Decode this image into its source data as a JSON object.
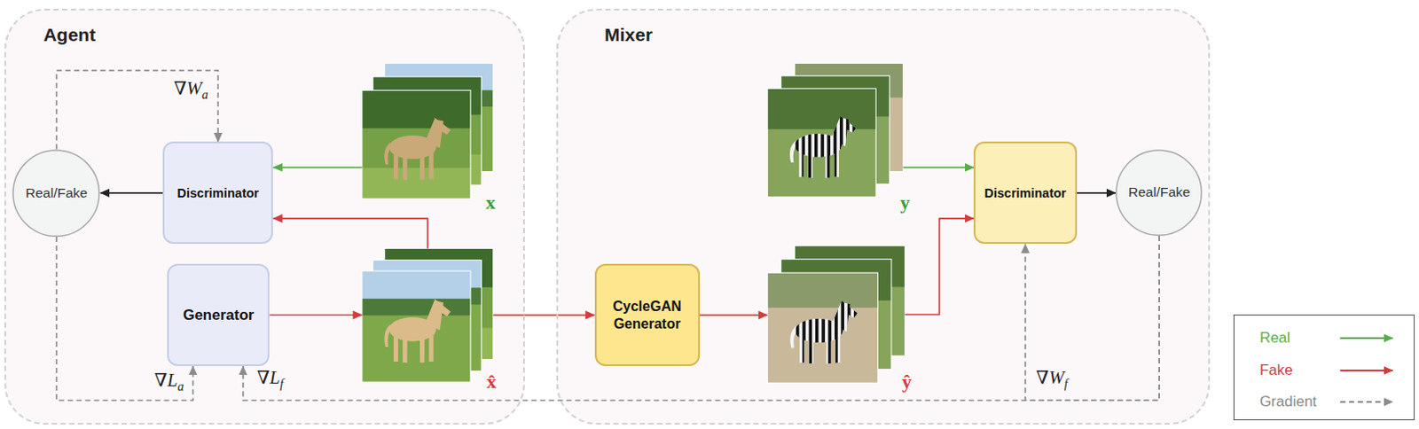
{
  "diagram": {
    "nodes": [
      {
        "text": [
          "Agent"
        ]
      },
      {
        "text": [
          "Mixer"
        ]
      },
      {
        "text": [
          "Real/Fake"
        ],
        "in": 0
      },
      {
        "text": [
          "Discriminator"
        ],
        "in": 0
      },
      {
        "text": [
          "Generator"
        ],
        "in": 0
      },
      {
        "text": [
          "x"
        ],
        "in": 0
      },
      {
        "text": [
          "x̂"
        ],
        "in": 0
      },
      {
        "text": [
          "CycleGAN Generator"
        ],
        "in": 1
      },
      {
        "text": [
          "y"
        ],
        "in": 1
      },
      {
        "text": [
          "ŷ"
        ],
        "in": 1
      },
      {
        "text": [
          "Discriminator"
        ],
        "in": 1
      },
      {
        "text": [
          "Real/Fake"
        ],
        "in": 1
      }
    ],
    "edges": [
      {
        "from": 5,
        "to": 3,
        "arrow": "to"
      },
      {
        "from": 6,
        "to": 3,
        "arrow": "to"
      },
      {
        "from": 4,
        "to": 6,
        "arrow": "to"
      },
      {
        "from": 3,
        "to": 2,
        "arrow": "to"
      },
      {
        "from": 6,
        "to": 7,
        "arrow": "to"
      },
      {
        "from": 7,
        "to": 9,
        "arrow": "to"
      },
      {
        "from": 8,
        "to": 10,
        "arrow": "to"
      },
      {
        "from": 9,
        "to": 10,
        "arrow": "to"
      },
      {
        "from": 10,
        "to": 11,
        "arrow": "to"
      },
      {
        "from": 2,
        "to": 3,
        "label": "∇Wa",
        "arrow": "to"
      },
      {
        "from": 2,
        "to": 4,
        "label": "∇La",
        "arrow": "to"
      },
      {
        "from": 11,
        "to": 4,
        "label": "∇Lf",
        "arrow": "to"
      },
      {
        "from": 11,
        "to": 10,
        "label": "∇Wf",
        "arrow": "to"
      }
    ],
    "legend": [
      {
        "text": "Real"
      },
      {
        "text": "Fake"
      },
      {
        "text": "Gradient"
      }
    ]
  }
}
